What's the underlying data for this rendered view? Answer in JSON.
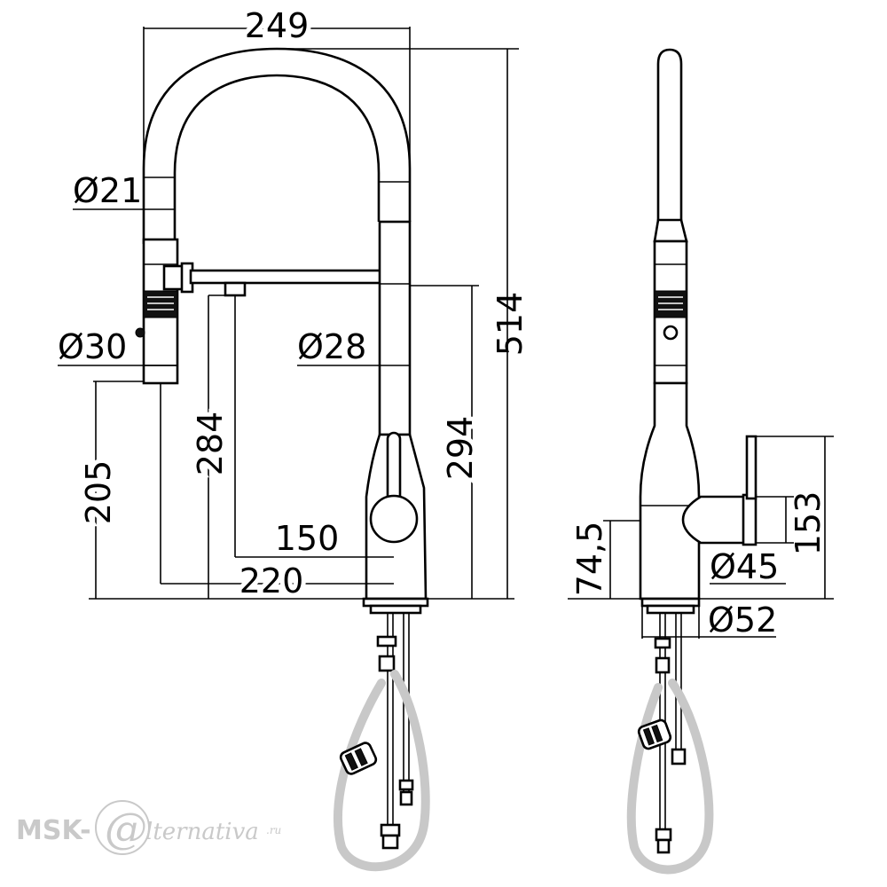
{
  "dimensions": {
    "width_total": "249",
    "dia_hose": "Ø21",
    "dia_spray": "Ø30",
    "dia_body": "Ø28",
    "height_total": "514",
    "height_spout": "294",
    "height_aerator": "284",
    "height_spray": "205",
    "reach_150": "150",
    "reach_220": "220",
    "side_base_height": "74,5",
    "side_lever_height": "153",
    "dia_lever": "Ø45",
    "dia_base": "Ø52"
  },
  "watermark": {
    "brand": "MSK-",
    "at": "@",
    "tail": "lternativa",
    "domain": ".ru"
  }
}
